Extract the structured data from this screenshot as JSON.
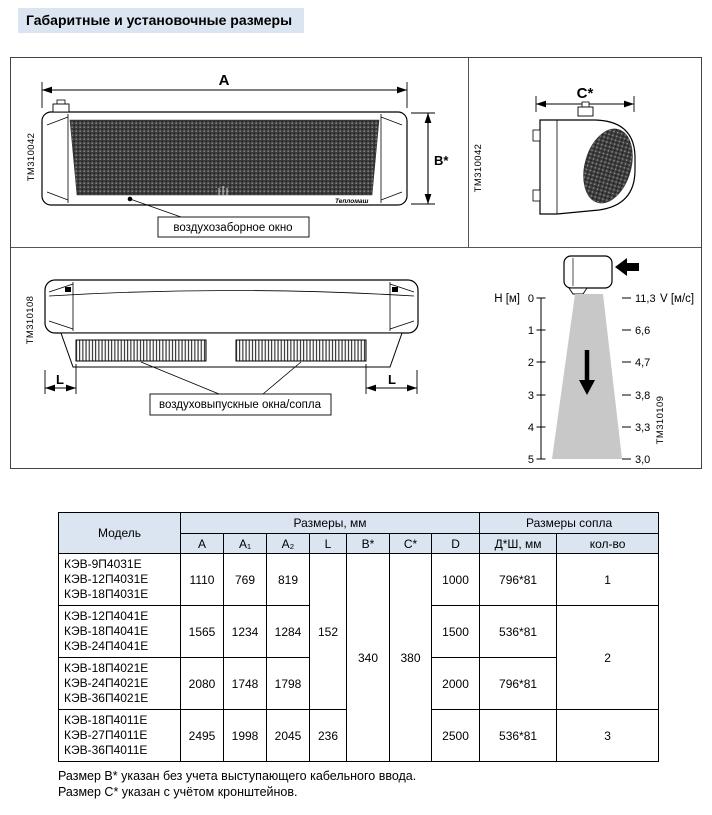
{
  "page": {
    "title": "Габаритные и установочные размеры",
    "notes": [
      "Размер В* указан без учета выступающего кабельного ввода.",
      "Размер С* указан с учётом кронштейнов."
    ]
  },
  "drawings": {
    "front_view": {
      "code": "ТМ310042",
      "dim_width": "A",
      "dim_height": "В*",
      "intake_label": "воздухозаборное окно",
      "brand": "Тепломаш"
    },
    "side_view": {
      "code": "ТМ310042",
      "dim_depth": "C*"
    },
    "bottom_view": {
      "code": "ТМ310108",
      "dim_l_left": "L",
      "dim_l_right": "L",
      "outlet_label": "воздуховыпускные окна/сопла"
    },
    "airflow": {
      "code": "ТМ310109",
      "h_axis_label": "Н [м]",
      "v_axis_label": "V [м/с]",
      "h_ticks": [
        "0",
        "1",
        "2",
        "3",
        "4",
        "5"
      ],
      "v_values": [
        "11,3",
        "6,6",
        "4,7",
        "3,8",
        "3,3",
        "3,0"
      ]
    }
  },
  "table": {
    "header": {
      "model": "Модель",
      "dims_group": "Размеры, мм",
      "nozzle_group": "Размеры сопла",
      "cols": [
        "A",
        "A₁",
        "A₂",
        "L",
        "B*",
        "C*",
        "D",
        "Д*Ш, мм",
        "кол-во"
      ]
    },
    "merged": {
      "l_groups_1_3": "152",
      "b_all": "340",
      "c_all": "380",
      "qty_groups_2_3": "2"
    },
    "rows": [
      {
        "models": [
          "КЭВ-9П4031Е",
          "КЭВ-12П4031Е",
          "КЭВ-18П4031Е"
        ],
        "a": "1110",
        "a1": "769",
        "a2": "819",
        "d": "1000",
        "nozzle": "796*81",
        "qty": "1"
      },
      {
        "models": [
          "КЭВ-12П4041Е",
          "КЭВ-18П4041Е",
          "КЭВ-24П4041Е"
        ],
        "a": "1565",
        "a1": "1234",
        "a2": "1284",
        "d": "1500",
        "nozzle": "536*81"
      },
      {
        "models": [
          "КЭВ-18П4021Е",
          "КЭВ-24П4021Е",
          "КЭВ-36П4021Е"
        ],
        "a": "2080",
        "a1": "1748",
        "a2": "1798",
        "d": "2000",
        "nozzle": "796*81"
      },
      {
        "models": [
          "КЭВ-18П4011Е",
          "КЭВ-27П4011Е",
          "КЭВ-36П4011Е"
        ],
        "a": "2495",
        "a1": "1998",
        "a2": "2045",
        "l": "236",
        "d": "2500",
        "nozzle": "536*81",
        "qty": "3"
      }
    ]
  }
}
